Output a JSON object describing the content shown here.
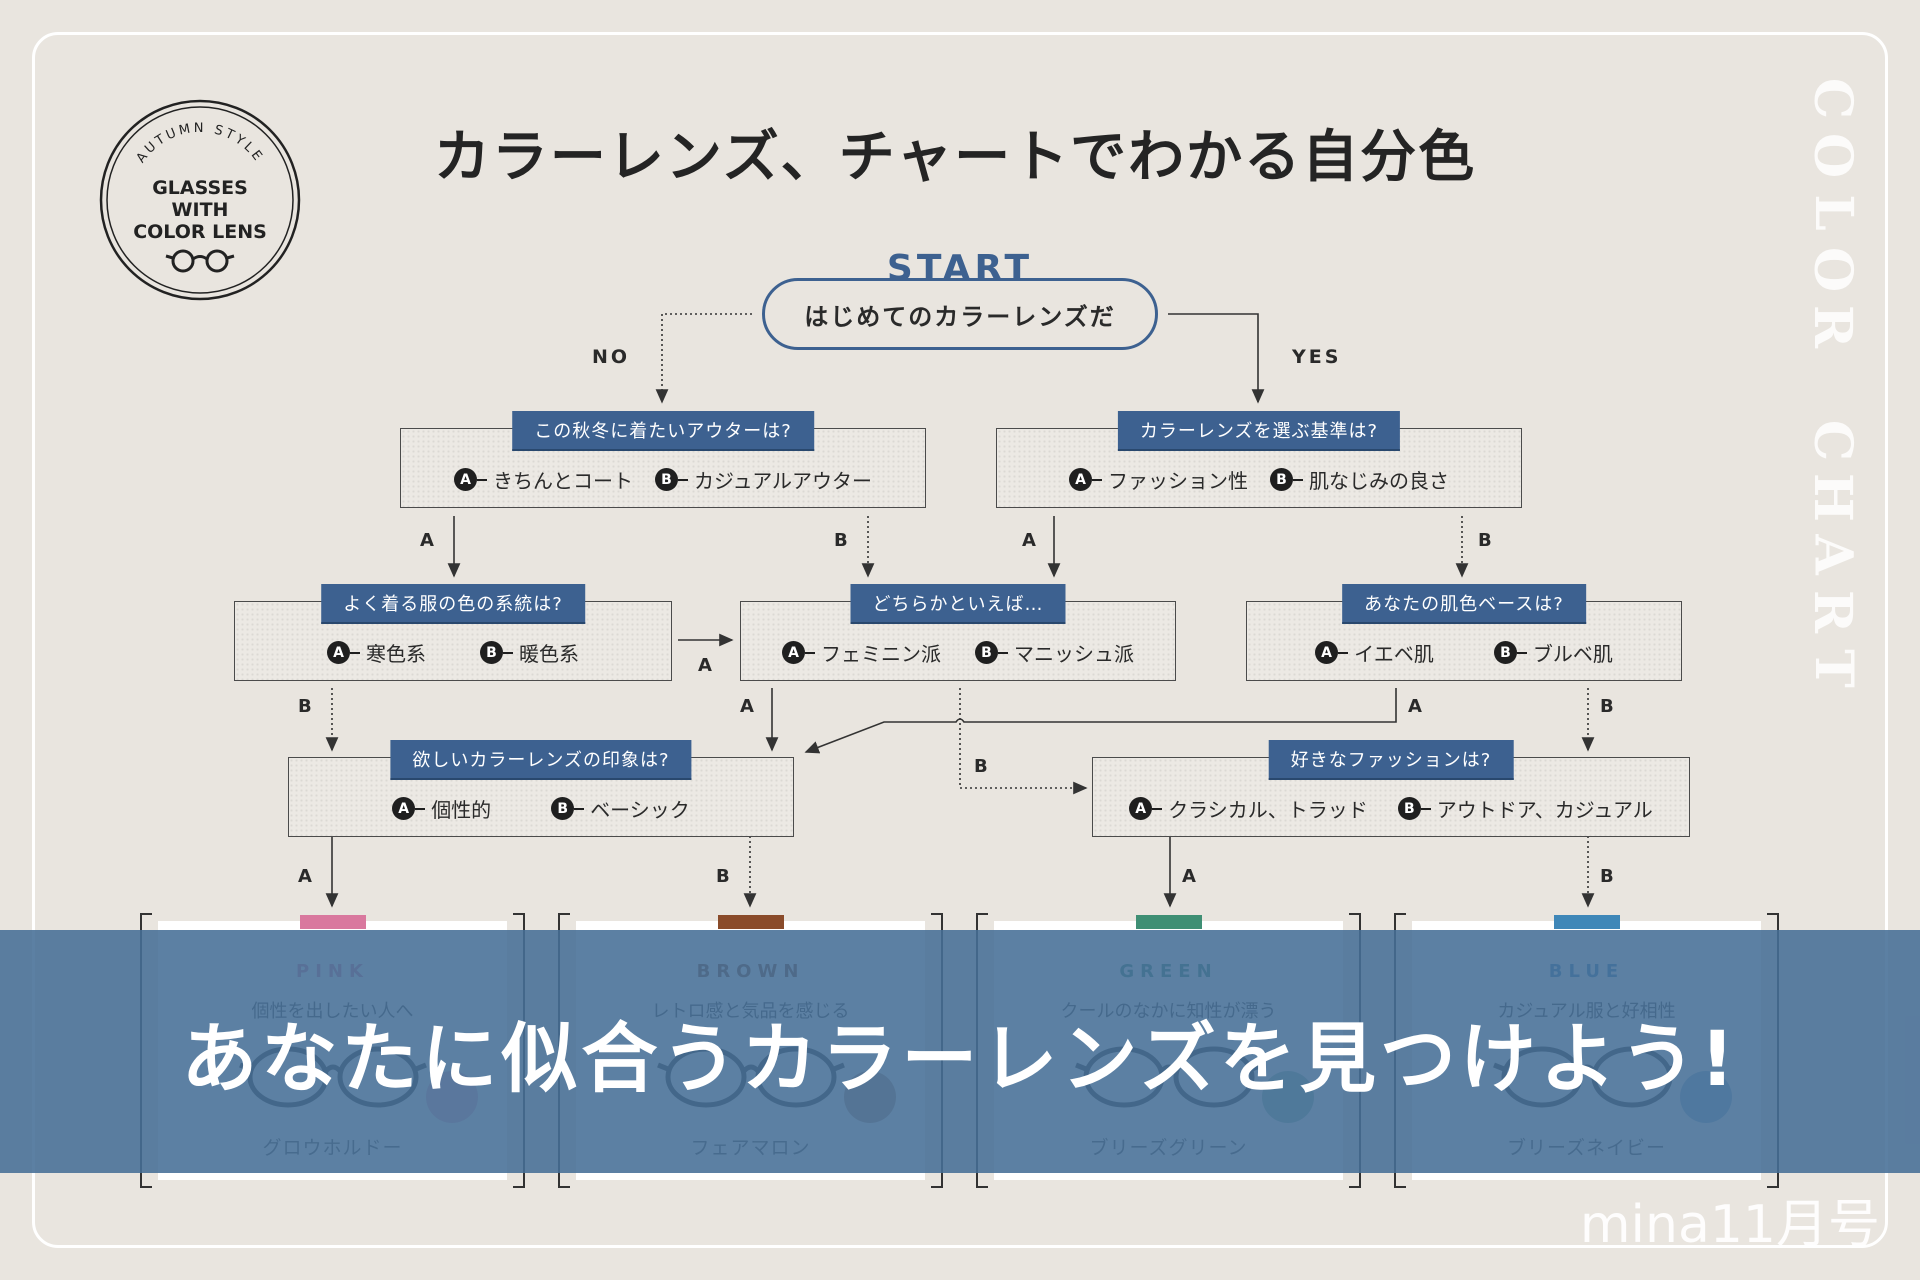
{
  "title": "カラーレンズ、チャートでわかる自分色",
  "side_label": "COLOR CHART",
  "badge": {
    "arc_text": "AUTUMN STYLE",
    "line1": "GLASSES",
    "line2": "WITH",
    "line3": "COLOR LENS",
    "icon": "glasses-icon"
  },
  "start": {
    "label": "START",
    "question": "はじめてのカラーレンズだ"
  },
  "branches": {
    "no": "NO",
    "yes": "YES"
  },
  "marks": {
    "a": "A",
    "b": "B"
  },
  "questions": {
    "q1": {
      "heading": "この秋冬に着たいアウターは?",
      "a": "きちんとコート",
      "b": "カジュアルアウター"
    },
    "q2": {
      "heading": "カラーレンズを選ぶ基準は?",
      "a": "ファッション性",
      "b": "肌なじみの良さ"
    },
    "q3": {
      "heading": "よく着る服の色の系統は?",
      "a": "寒色系",
      "b": "暖色系"
    },
    "q4": {
      "heading": "どちらかといえば…",
      "a": "フェミニン派",
      "b": "マニッシュ派"
    },
    "q5": {
      "heading": "あなたの肌色ベースは?",
      "a": "イエベ肌",
      "b": "ブルベ肌"
    },
    "q6": {
      "heading": "欲しいカラーレンズの印象は?",
      "a": "個性的",
      "b": "ベーシック"
    },
    "q7": {
      "heading": "好きなファッションは?",
      "a": "クラシカル、トラッド",
      "b": "アウトドア、カジュアル"
    }
  },
  "results": [
    {
      "name": "PINK",
      "desc": "個性を出したい人へ",
      "model": "グロウホルドー",
      "color": "#d9789e"
    },
    {
      "name": "BROWN",
      "desc": "レトロ感と気品を感じる",
      "model": "フェアマロン",
      "color": "#8a4b2a"
    },
    {
      "name": "GREEN",
      "desc": "クールのなかに知性が漂う",
      "model": "ブリーズグリーン",
      "color": "#3f8f74"
    },
    {
      "name": "BLUE",
      "desc": "カジュアル服と好相性",
      "model": "ブリーズネイビー",
      "color": "#3f87b8"
    }
  ],
  "banner": {
    "text": "あなたに似合うカラーレンズを見つけよう!"
  },
  "credit": "mina11月号",
  "colors": {
    "background": "#e9e5df",
    "accent": "#3d6190",
    "banner": "#466e96"
  }
}
